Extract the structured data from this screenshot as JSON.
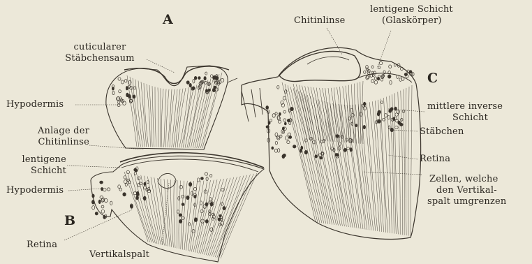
{
  "figure": {
    "panel_letters": {
      "a": "A",
      "b": "B",
      "c": "C"
    },
    "labels": {
      "cuticularer_1": "cuticularer",
      "cuticularer_2": "Stäbchensaum",
      "hypodermis_a": "Hypodermis",
      "anlage_1": "Anlage der",
      "anlage_2": "Chitinlinse",
      "lentigene_b_1": "lentigene",
      "lentigene_b_2": "Schicht",
      "hypodermis_b": "Hypodermis",
      "retina_b": "Retina",
      "vertikalspalt": "Vertikalspalt",
      "chitinlinse_c": "Chitinlinse",
      "lentigene_c_1": "lentigene Schicht",
      "lentigene_c_2": "(Glaskörper)",
      "mittlere_1": "mittlere inverse",
      "mittlere_2": "Schicht",
      "staebchen": "Stäbchen",
      "retina_c": "Retina",
      "zellen_1": "Zellen, welche",
      "zellen_2": "den Vertikal-",
      "zellen_3": "spalt umgrenzen"
    }
  },
  "colors": {
    "paper": "#ece8d9",
    "ink": "#2a2620",
    "cell": "#3a342c"
  }
}
